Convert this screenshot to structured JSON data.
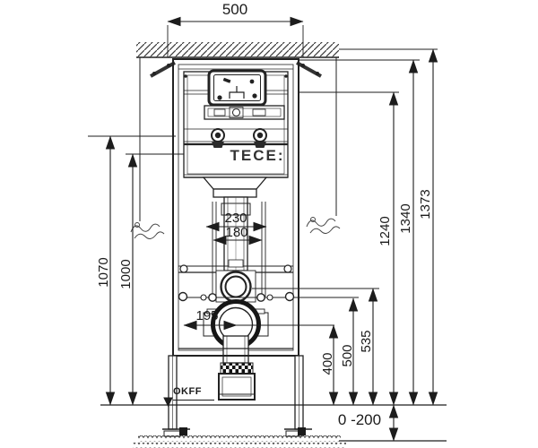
{
  "drawing": {
    "brand": "TECE:",
    "floor_marker": "OKFF",
    "dims": {
      "width_top": "500",
      "left_outer_height": "1070",
      "left_inner_height": "1000",
      "rods_outer_spacing": "230",
      "rods_inner_spacing": "180",
      "drain_offset": "195",
      "drain_height": "400",
      "fixing_height": "500",
      "flushpipe_height": "535",
      "upper_rail_height": "1240",
      "top_bar_height": "1340",
      "total_height": "1373",
      "floor_adjust": "0 -200"
    },
    "line_color": "#222222",
    "accent_color": "#161616"
  }
}
